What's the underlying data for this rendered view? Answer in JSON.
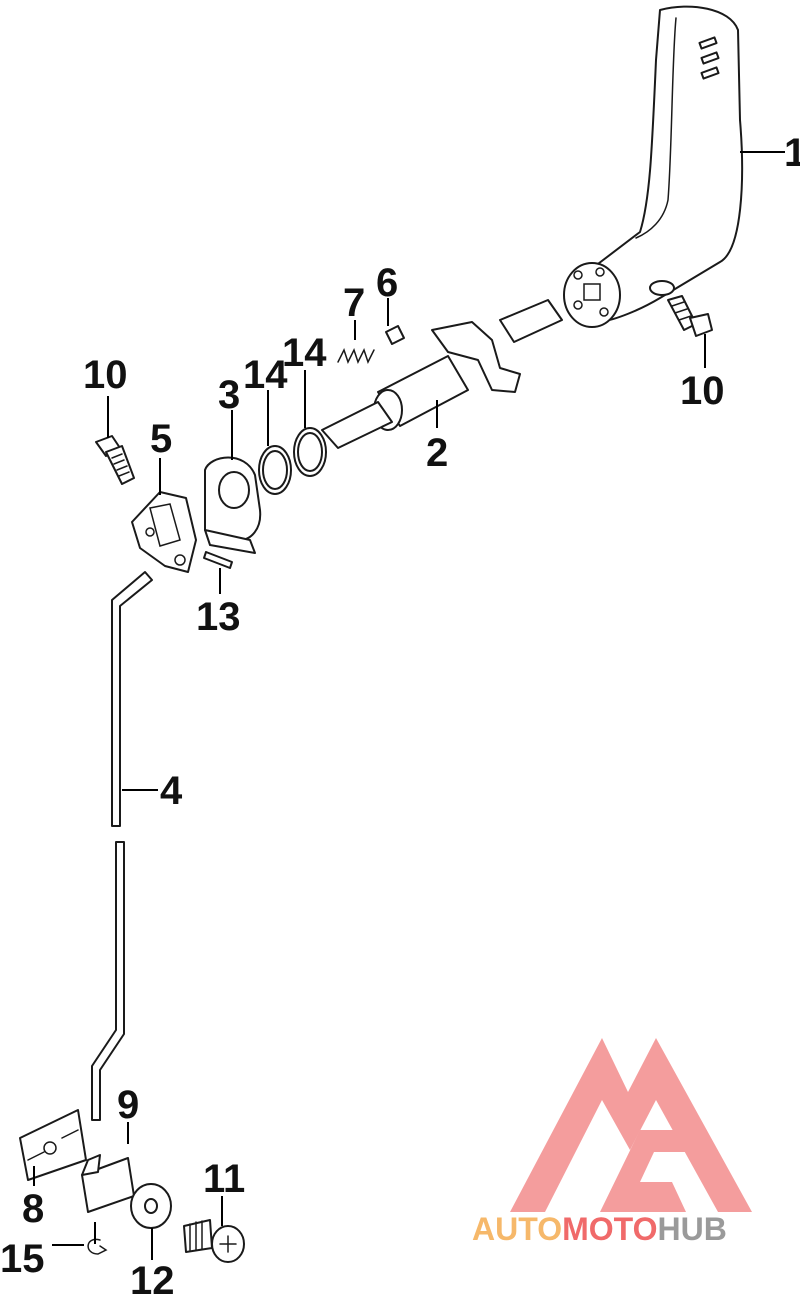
{
  "callouts": {
    "c1": "1",
    "c2": "2",
    "c3": "3",
    "c4": "4",
    "c5": "5",
    "c6": "6",
    "c7": "7",
    "c8": "8",
    "c9": "9",
    "c10a": "10",
    "c10b": "10",
    "c11": "11",
    "c12": "12",
    "c13": "13",
    "c14a": "14",
    "c14b": "14",
    "c15": "15"
  },
  "watermark": {
    "part1": "AUTO",
    "part2": "MOTO",
    "part3": "HUB",
    "colors": {
      "logo": "#f38d8d",
      "auto": "#f6b86a",
      "moto": "#f06a6a",
      "hub": "#9a9a9a"
    }
  }
}
